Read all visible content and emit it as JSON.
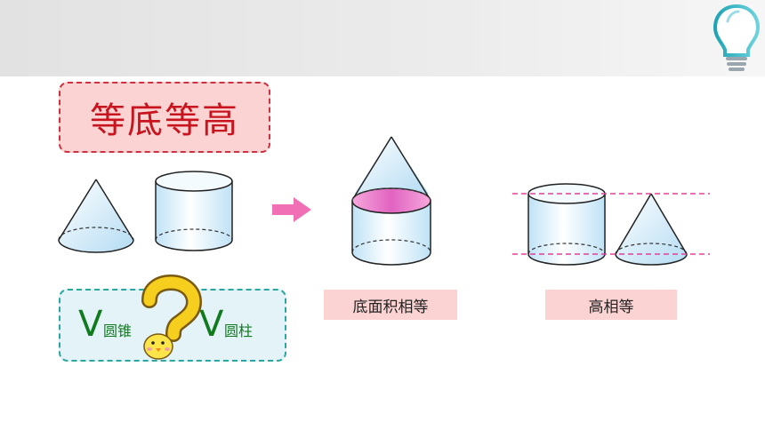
{
  "title": "等底等高",
  "formula": {
    "left_symbol": "V",
    "left_sub": "圆锥",
    "right_symbol": "V",
    "right_sub": "圆柱",
    "question_icon": "question-mark-with-chick-icon"
  },
  "labels": {
    "equal_base": "底面积相等",
    "equal_height": "高相等"
  },
  "icons": {
    "corner": "lightbulb-icon",
    "arrow": "arrow-right-icon"
  },
  "colors": {
    "title_text": "#c8141e",
    "title_bg": "#fbd3d3",
    "formula_text": "#117a1e",
    "formula_border": "#2aa7a0",
    "arrow": "#f06fb5",
    "guide_lines": "#e0409a"
  }
}
